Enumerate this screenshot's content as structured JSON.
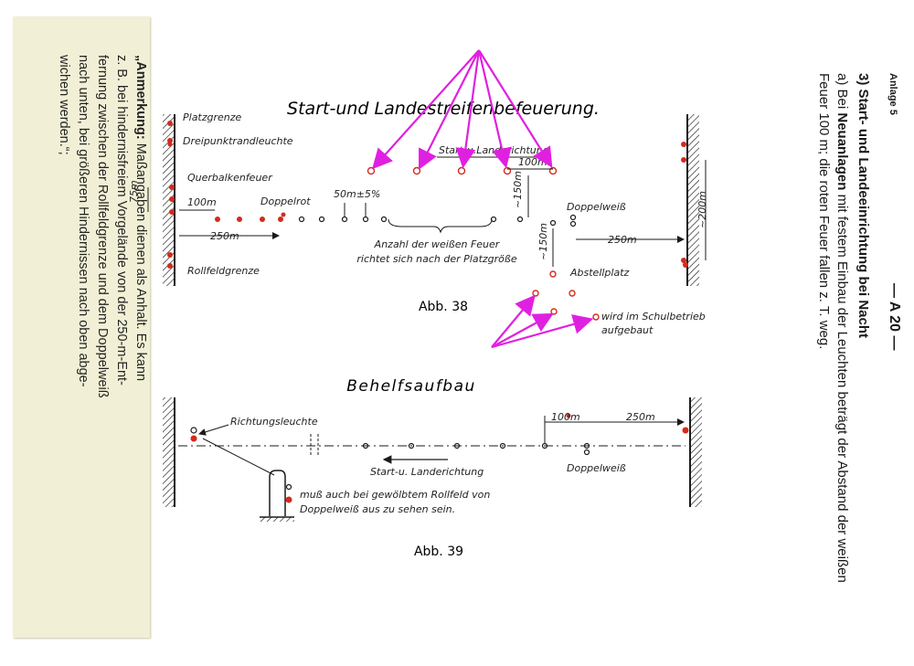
{
  "note": {
    "heading": "„Anmerkung:",
    "lines": [
      "Maßangaben dienen als Anhalt. Es kann",
      "z. B. bei hindernisfreiem Vorgelände von der 250-m-Ent-",
      "fernung zwischen der Rollfeldgrenze und dem Doppelweiß",
      "nach unten, bei größeren Hindernissen nach oben abge-",
      "wichen werden.“;"
    ]
  },
  "section": {
    "annex": "Anlage 5",
    "page_marker": "— A 20 —",
    "heading": "3) Start- und Landeeinrichtung bei Nacht",
    "para_a_prefix": "a) Bei",
    "para_a_bold": "Neuanlagen",
    "para_a_rest": "mit festem Einbau der Leuchten beträgt der Abstand der weißen Feuer 100 m; die roten Feuer fallen z. T. weg."
  },
  "fig38": {
    "title": "Start-und Landestreifenbefeuerung.",
    "caption": "Abb. 38",
    "labels": {
      "platzgrenze": "Platzgrenze",
      "dreipunkt": "Dreipunktrandleuchte",
      "querbalken": "Querbalkenfeuer",
      "rollfeld": "Rollfeldgrenze",
      "m100": "100m",
      "m75": "75m",
      "m250": "250m",
      "doppelrot": "Doppelrot",
      "m50": "50m±5%",
      "anzahl1": "Anzahl der weißen Feuer",
      "anzahl2": "richtet sich nach der Platzgröße",
      "richtung": "Start-u.Landerichtung",
      "m100b": "100m",
      "m150a": "~150m",
      "doppelweiss": "Doppelweiß",
      "m250b": "250m",
      "m200": "~200m",
      "m150b": "~150m",
      "abstell": "Abstellplatz",
      "schul1": "wird im Schulbetrieb",
      "schul2": "aufgebaut"
    }
  },
  "fig39": {
    "title": "Behelfsaufbau",
    "caption": "Abb. 39",
    "labels": {
      "richtungsleuchte": "Richtungsleuchte",
      "m100": "100m",
      "m250": "250m",
      "richtung": "Start-u. Landerichtung",
      "doppelweiss": "Doppelweiß",
      "muss1": "muß auch bei gewölbtem Rollfeld von",
      "muss2": "Doppelweiß aus zu sehen sein."
    }
  },
  "colors": {
    "red_light": "#d42a1c",
    "annotation_arrow": "#e020e0",
    "ink": "#1a1a1a",
    "note_paper": "#f1f0d6"
  }
}
